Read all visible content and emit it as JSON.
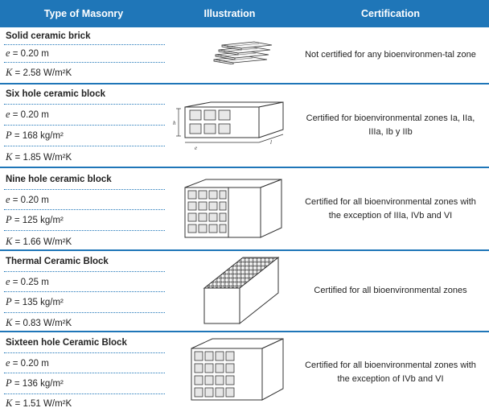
{
  "header": {
    "col1": "Type of Masonry",
    "col2": "Illustration",
    "col3": "Certification"
  },
  "rows": [
    {
      "name": "Solid ceramic brick",
      "e": "e = 0.20 m",
      "k": "K = 2.58 W/m²K",
      "certification": "Not certified for any bioenvironmen-tal zone",
      "illustration_icon": "solid-brick-stack-icon"
    },
    {
      "name": "Six hole ceramic block",
      "e": "e = 0.20 m",
      "p": "P = 168 kg/m²",
      "k": "K = 1.85 W/m²K",
      "certification": "Certified for bioenvironmental zones Ia, IIa, IIIa, Ib y IIb",
      "illustration_icon": "six-hole-block-icon"
    },
    {
      "name": "Nine hole ceramic block",
      "e": "e = 0.20 m",
      "p": "P = 125 kg/m²",
      "k": "K = 1.66 W/m²K",
      "certification": "Certified for all bioenvironmental zones with the exception of IIIa, IVb and VI",
      "illustration_icon": "nine-hole-block-icon"
    },
    {
      "name": "Thermal Ceramic Block",
      "e": "e = 0.25 m",
      "p": "P = 135 kg/m²",
      "k": "K = 0.83 W/m²K",
      "certification": "Certified for all bioenvironmental zones",
      "illustration_icon": "thermal-block-icon"
    },
    {
      "name": "Sixteen hole Ceramic Block",
      "e": "e = 0.20 m",
      "p": "P = 136 kg/m²",
      "k": "K = 1.51 W/m²K",
      "certification": "Certified for all bioenvironmental zones with the exception of IVb and VI",
      "illustration_icon": "sixteen-hole-block-icon"
    }
  ]
}
